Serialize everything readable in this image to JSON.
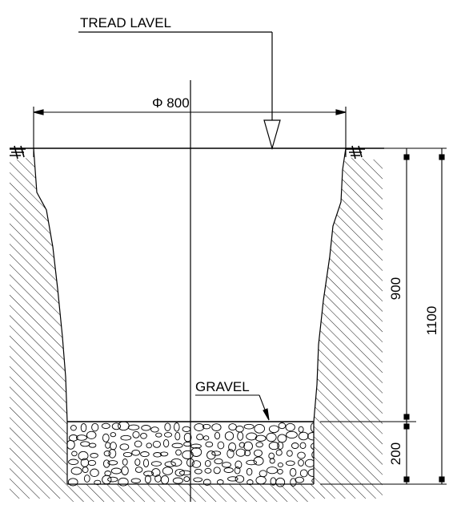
{
  "labels": {
    "tread_level": "TREAD LAVEL",
    "diameter": "Φ 800",
    "gravel": "GRAVEL",
    "dim_upper": "900",
    "dim_total": "1100",
    "dim_lower": "200"
  },
  "colors": {
    "line": "#000000",
    "background": "#ffffff"
  }
}
